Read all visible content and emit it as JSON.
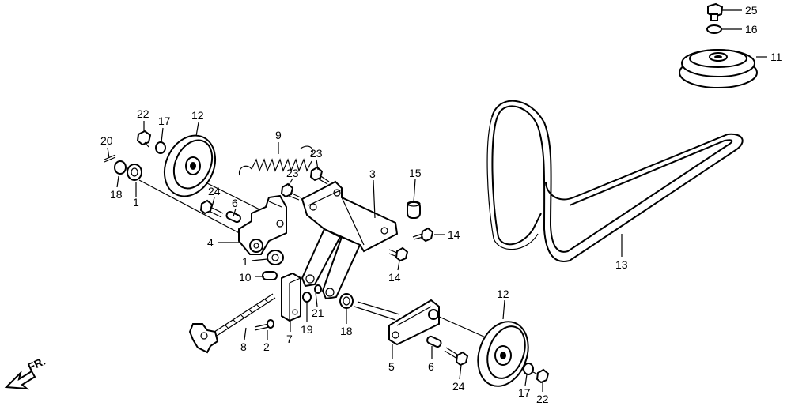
{
  "diagram": {
    "callouts": {
      "c25": "25",
      "c16": "16",
      "c11": "11",
      "c13": "13",
      "c9": "9",
      "c22a": "22",
      "c17a": "17",
      "c12a": "12",
      "c20": "20",
      "c18a": "18",
      "c1a": "1",
      "c24a": "24",
      "c6a": "6",
      "c4": "4",
      "c1b": "1",
      "c10": "10",
      "c23a": "23",
      "c23b": "23",
      "c3": "3",
      "c15": "15",
      "c14a": "14",
      "c14b": "14",
      "c21": "21",
      "c19": "19",
      "c7": "7",
      "c18b": "18",
      "c8": "8",
      "c2": "2",
      "c5": "5",
      "c6b": "6",
      "c24b": "24",
      "c12b": "12",
      "c17b": "17",
      "c22b": "22"
    },
    "direction_label": "FR."
  }
}
